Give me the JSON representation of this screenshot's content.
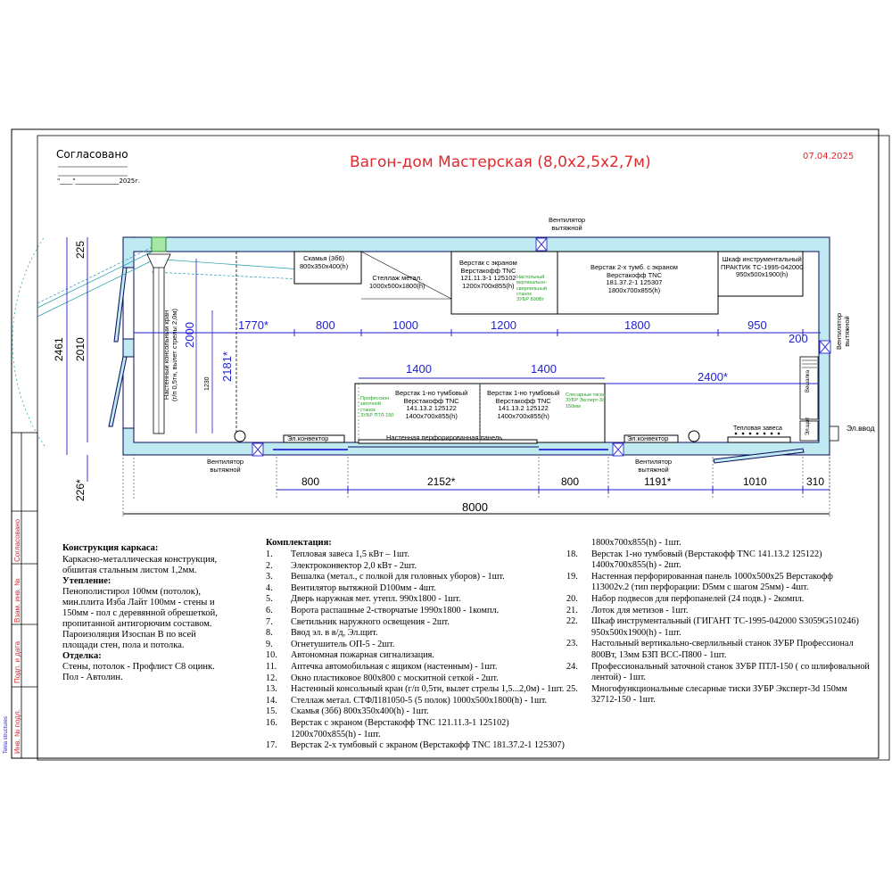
{
  "header": {
    "approved": "Согласовано",
    "approved_date_line": "\"____\"______________2025г.",
    "title": "Вагон-дом Мастерская (8,0х2,5х2,7м)",
    "date": "07.04.2025"
  },
  "colors": {
    "title": "#e0282d",
    "dimension": "#1f1fcf",
    "wall_fill": "#bfeaf2",
    "outline": "#0a0a5a",
    "green_note": "#22a022",
    "door": "#3b3bd9"
  },
  "plan": {
    "fan_top": "Вентилятор\nвытяжной",
    "fan_right": "Вентилятор\nвытяжной",
    "fan_bottom_left": "Вентилятор\nвытяжной",
    "fan_bottom_right": "Вентилятор\nвытяжной",
    "bench": "Скамья (3б6)\n800х350х400(h)",
    "rack": "Стеллаж метал.\n1000х500х1800(h)",
    "workbench_screen": "Верстак с экраном\nВерстакофф TNC\n121.11.3-1 125102\n1200х700х855(h)",
    "drill_note": "Настольный\nвертикально-\nсверлильный\nстанок\nЗУБР 800Вт",
    "workbench_2": "Верстак 2-х тумб. с экраном\nВерстакофф TNC\n181.37.2-1 125307\n1800х700х855(h)",
    "tool_cabinet": "Шкаф инструментальный\nПРАКТИК ТС-1995-042000\n950х500х1900(h)",
    "crane": "Настенный консольный кран\n(г/п 0,5тн, вылет стрелы 2,0м)",
    "wb1_a": "Верстак 1-но тумбовый\nВерстакофф TNC\n141.13.2 125122\n1400х700х855(h)",
    "wb1_b": "Верстак 1-но тумбовый\nВерстакофф TNC\n141.13.2 125122\n1400х700х855(h)",
    "grinder_note": "Профессион.\nзаточной\nстанок\nЗУБР ПТЛ-150",
    "vise_note": "Слесарные тиски\nЗУБР Эксперт-3d\n150мм",
    "perf_panel": "Настенная перфорированная панель",
    "convector_left": "Эл.конвектор",
    "convector_right": "Эл.конвектор",
    "heat_curtain": "Тепловая завеса",
    "hanger": "Вешалка",
    "shield": "Эл.щит",
    "power_in": "Эл.ввод"
  },
  "dims": {
    "left_225": "225",
    "left_2461": "2461",
    "left_2010": "2010",
    "left_226": "226*",
    "crane_2000": "2000",
    "crane_2181": "2181*",
    "crane_1230": "1230",
    "top_row": [
      "1770*",
      "800",
      "1000",
      "1200",
      "1800",
      "950",
      "200"
    ],
    "mid_1400a": "1400",
    "mid_1400b": "1400",
    "mid_2400": "2400*",
    "bottom_row": [
      "800",
      "2152*",
      "800",
      "1191*",
      "1010",
      "310"
    ],
    "total": "8000"
  },
  "sidebar": [
    "Согласовано",
    "Взам. инв. №",
    "Подп. и дата",
    "Инв. № подл."
  ],
  "sidebar_small": "Tekla structures",
  "construction": {
    "frame_title": "Конструкция каркаса:",
    "frame_text": [
      "Каркасно-металлическая конструкция,",
      "обшитая стальным листом 1,2мм."
    ],
    "insulation_title": "Утепление:",
    "insulation_text": [
      "Пенополистирол 100мм (потолок),",
      "мин.плита Изба Лайт 100мм - стены и",
      "150мм - пол с деревянной обрешеткой,",
      "пропитанной антигорючим составом.",
      "Пароизоляция Изоспан В по всей",
      "площади стен, пола и потолка."
    ],
    "finish_title": "Отделка:",
    "finish_text": [
      "Стены, потолок - Профлист С8 оцинк.",
      "Пол - Автолин."
    ]
  },
  "equipment": {
    "title": "Комплектация:",
    "col1": [
      {
        "n": "1.",
        "t": "Тепловая завеса 1,5 кВт – 1шт."
      },
      {
        "n": "2.",
        "t": "Электроконвектор 2,0 кВт - 2шт."
      },
      {
        "n": "3.",
        "t": "Вешалка (метал., с полкой для головных уборов) - 1шт."
      },
      {
        "n": "4.",
        "t": "Вентилятор вытяжной D100мм - 4шт."
      },
      {
        "n": "5.",
        "t": "Дверь наружная мет. утепл. 990х1800 - 1шт."
      },
      {
        "n": "6.",
        "t": "Ворота распашные 2-створчатые 1990х1800 - 1компл."
      },
      {
        "n": "7.",
        "t": "Светильник наружного освещения - 2шт."
      },
      {
        "n": "8.",
        "t": "Ввод эл. в в/д, Эл.щит."
      },
      {
        "n": "9.",
        "t": "Огнетушитель ОП-5 - 2шт."
      },
      {
        "n": "10.",
        "t": "Автономная пожарная сигнализация."
      },
      {
        "n": "11.",
        "t": "Аптечка автомобильная с ящиком (настенным) - 1шт."
      },
      {
        "n": "12.",
        "t": "Окно пластиковое 800х800 с москитной сеткой - 2шт."
      },
      {
        "n": "13.",
        "t": "Настенный консольный кран (г/п 0,5тн, вылет стрелы 1,5...2,0м) - 1шт."
      },
      {
        "n": "14.",
        "t": "Стеллаж метал. СТФЛ181050-5 (5 полок) 1000х500х1800(h) - 1шт."
      },
      {
        "n": "15.",
        "t": "Скамья (3б6) 800х350х400(h) - 1шт."
      },
      {
        "n": "16.",
        "t": "Верстак с экраном (Верстакофф TNC 121.11.3-1 125102)"
      },
      {
        "n": "",
        "t": "1200х700х855(h) - 1шт."
      },
      {
        "n": "17.",
        "t": "Верстак 2-х тумбовый с экраном (Верстакофф TNC 181.37.2-1 125307)"
      }
    ],
    "col2": [
      {
        "n": "",
        "t": "1800х700х855(h) - 1шт."
      },
      {
        "n": "18.",
        "t": "Верстак 1-но тумбовый (Верстакофф TNC 141.13.2 125122)"
      },
      {
        "n": "",
        "t": "1400х700х855(h) - 2шт."
      },
      {
        "n": "19.",
        "t": "Настенная перфорированная панель 1000х500х25 Верстакофф"
      },
      {
        "n": "",
        "t": "113002v.2 (тип перфорации: D5мм с шагом 25мм) - 4шт."
      },
      {
        "n": "20.",
        "t": "Набор подвесов для перфопанелей (24 подв.) - 2компл."
      },
      {
        "n": "21.",
        "t": "Лоток для метизов - 1шт."
      },
      {
        "n": "22.",
        "t": "Шкаф инструментальный (ГИГАНТ ТС-1995-042000 S3059G510246)"
      },
      {
        "n": "",
        "t": "950х500х1900(h) - 1шт."
      },
      {
        "n": "23.",
        "t": "Настольный вертикально-сверлильный станок ЗУБР Профессионал"
      },
      {
        "n": "",
        "t": "800Вт, 13мм БЗП ВСС-П800 - 1шт."
      },
      {
        "n": "24.",
        "t": "Профессиональный заточной станок ЗУБР ПТЛ-150 ( со шлифовальной"
      },
      {
        "n": "",
        "t": "лентой) - 1шт."
      },
      {
        "n": "25.",
        "t": "Многофункциональные слесарные тиски ЗУБР Эксперт-3d 150мм"
      },
      {
        "n": "",
        "t": "32712-150 - 1шт."
      }
    ]
  }
}
